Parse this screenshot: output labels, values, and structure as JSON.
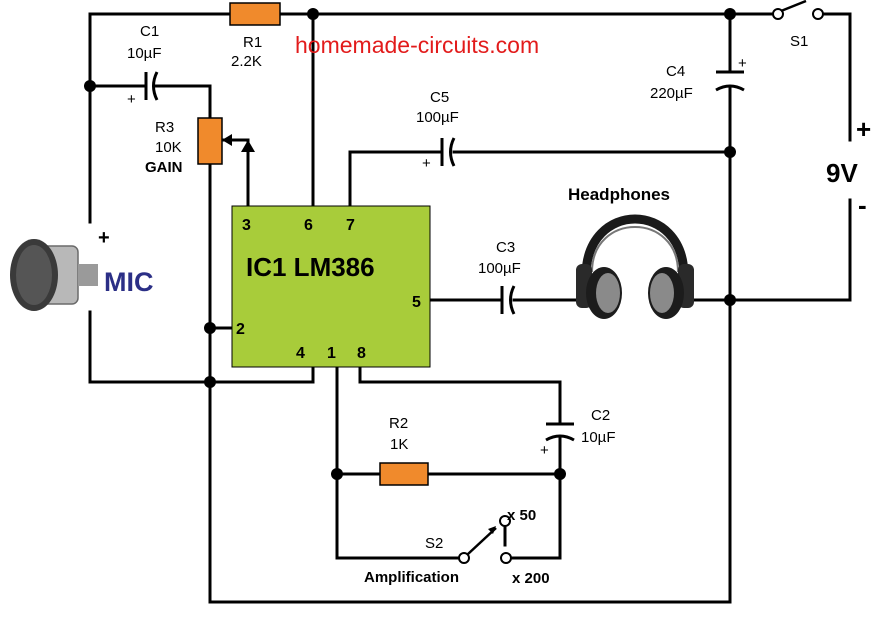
{
  "site_watermark": "homemade-circuits.com",
  "ic": {
    "name": "IC1 LM386",
    "pins": {
      "p1": "1",
      "p2": "2",
      "p3": "3",
      "p4": "4",
      "p5": "5",
      "p6": "6",
      "p7": "7",
      "p8": "8"
    }
  },
  "components": {
    "c1": {
      "name": "C1",
      "value": "10µF",
      "polarity": "+"
    },
    "r1": {
      "name": "R1",
      "value": "2.2K"
    },
    "r3": {
      "name": "R3",
      "value": "10K",
      "function": "GAIN"
    },
    "c5": {
      "name": "C5",
      "value": "100µF",
      "polarity": "+"
    },
    "c4": {
      "name": "C4",
      "value": "220µF",
      "polarity": "+"
    },
    "s1": {
      "name": "S1"
    },
    "c3": {
      "name": "C3",
      "value": "100µF"
    },
    "r2": {
      "name": "R2",
      "value": "1K"
    },
    "c2": {
      "name": "C2",
      "value": "10µF",
      "polarity": "+"
    },
    "s2": {
      "name": "S2",
      "label": "Amplification",
      "option_high": "x 50",
      "option_low": "x 200"
    }
  },
  "mic": {
    "label": "MIC",
    "polarity": "+"
  },
  "headphones": {
    "label": "Headphones"
  },
  "battery": {
    "voltage": "9V",
    "plus": "+",
    "minus": "-"
  },
  "colors": {
    "resistor": "#f08a2c",
    "ic_body": "#a8cc3a",
    "brand": "#e21b1b",
    "mic_label": "#2b2f86"
  }
}
